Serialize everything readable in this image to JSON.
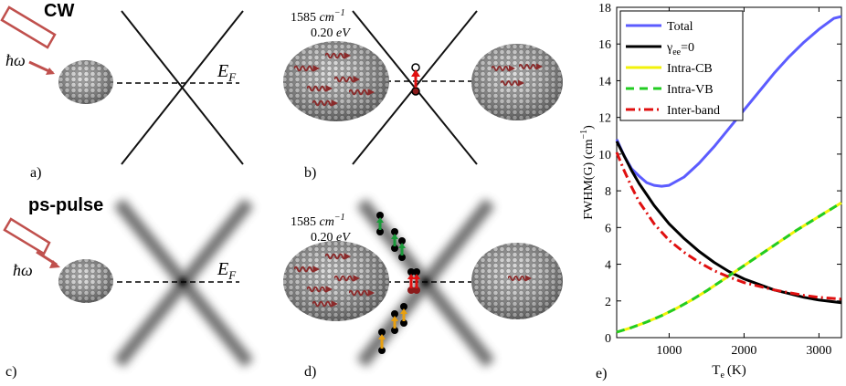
{
  "panel_a": {
    "title": "CW",
    "hbar": "ħω",
    "ef": "E",
    "ef_sub": "F",
    "tag": "a)"
  },
  "panel_b": {
    "wavenumber": "1585",
    "unit": "cm",
    "unit_exp": "−1",
    "energy": "0.20",
    "energy_unit": "eV",
    "tag": "b)"
  },
  "panel_c": {
    "title": "ps-pulse",
    "hbar": "ħω",
    "ef": "E",
    "ef_sub": "F",
    "tag": "c)"
  },
  "panel_d": {
    "wavenumber": "1585",
    "unit": "cm",
    "unit_exp": "−1",
    "energy": "0.20",
    "energy_unit": "eV",
    "tag": "d)"
  },
  "panel_e": {
    "tag": "e)"
  },
  "colors": {
    "total": "#5c5cff",
    "gamma0": "#000000",
    "intra_cb": "#f2f20a",
    "intra_vb": "#22cc22",
    "inter": "#e01010"
  },
  "chart_data": {
    "type": "line",
    "xlabel": "T",
    "xlabel_sub": "e",
    "xlabel_unit": "(K)",
    "ylabel": "FWHM(G) (cm",
    "ylabel_exp": "−1",
    "ylabel_end": ")",
    "xlim": [
      300,
      3300
    ],
    "ylim": [
      0,
      18
    ],
    "xticks": [
      1000,
      2000,
      3000
    ],
    "yticks": [
      0,
      2,
      4,
      6,
      8,
      10,
      12,
      14,
      16,
      18
    ],
    "legend_position": "top-left",
    "series": [
      {
        "name": "Total",
        "color": "#5c5cff",
        "style": "solid",
        "x": [
          300,
          400,
          500,
          600,
          700,
          800,
          900,
          1000,
          1200,
          1400,
          1600,
          1800,
          2000,
          2200,
          2400,
          2600,
          2800,
          3000,
          3200,
          3300
        ],
        "y": [
          10.8,
          9.9,
          9.2,
          8.8,
          8.45,
          8.3,
          8.25,
          8.3,
          8.75,
          9.5,
          10.4,
          11.4,
          12.4,
          13.4,
          14.4,
          15.3,
          16.1,
          16.8,
          17.4,
          17.5
        ]
      },
      {
        "name": "γee=0",
        "color": "#000000",
        "style": "solid",
        "x": [
          300,
          400,
          500,
          600,
          700,
          800,
          1000,
          1200,
          1400,
          1600,
          1800,
          2000,
          2200,
          2400,
          2600,
          2800,
          3000,
          3300
        ],
        "y": [
          10.7,
          9.9,
          9.1,
          8.4,
          7.8,
          7.2,
          6.2,
          5.4,
          4.7,
          4.1,
          3.6,
          3.2,
          2.9,
          2.6,
          2.4,
          2.2,
          2.05,
          1.9
        ]
      },
      {
        "name": "Intra-CB",
        "color": "#f2f20a",
        "style": "solid",
        "x": [
          300,
          500,
          700,
          900,
          1100,
          1300,
          1500,
          1700,
          1900,
          2100,
          2300,
          2500,
          2700,
          2900,
          3100,
          3300
        ],
        "y": [
          0.3,
          0.55,
          0.85,
          1.2,
          1.6,
          2.05,
          2.55,
          3.1,
          3.65,
          4.2,
          4.75,
          5.3,
          5.85,
          6.35,
          6.85,
          7.35
        ]
      },
      {
        "name": "Intra-VB",
        "color": "#22cc22",
        "style": "dashed",
        "x": [
          300,
          500,
          700,
          900,
          1100,
          1300,
          1500,
          1700,
          1900,
          2100,
          2300,
          2500,
          2700,
          2900,
          3100,
          3300
        ],
        "y": [
          0.3,
          0.55,
          0.85,
          1.2,
          1.6,
          2.05,
          2.55,
          3.1,
          3.65,
          4.2,
          4.75,
          5.3,
          5.85,
          6.35,
          6.85,
          7.35
        ]
      },
      {
        "name": "Inter-band",
        "color": "#e01010",
        "style": "dashdot",
        "x": [
          300,
          400,
          500,
          600,
          700,
          800,
          1000,
          1200,
          1400,
          1600,
          1800,
          2000,
          2200,
          2400,
          2600,
          2800,
          3000,
          3300
        ],
        "y": [
          10.1,
          9.1,
          8.2,
          7.4,
          6.8,
          6.2,
          5.3,
          4.65,
          4.1,
          3.65,
          3.3,
          3.0,
          2.8,
          2.6,
          2.45,
          2.3,
          2.2,
          2.1
        ]
      }
    ]
  }
}
